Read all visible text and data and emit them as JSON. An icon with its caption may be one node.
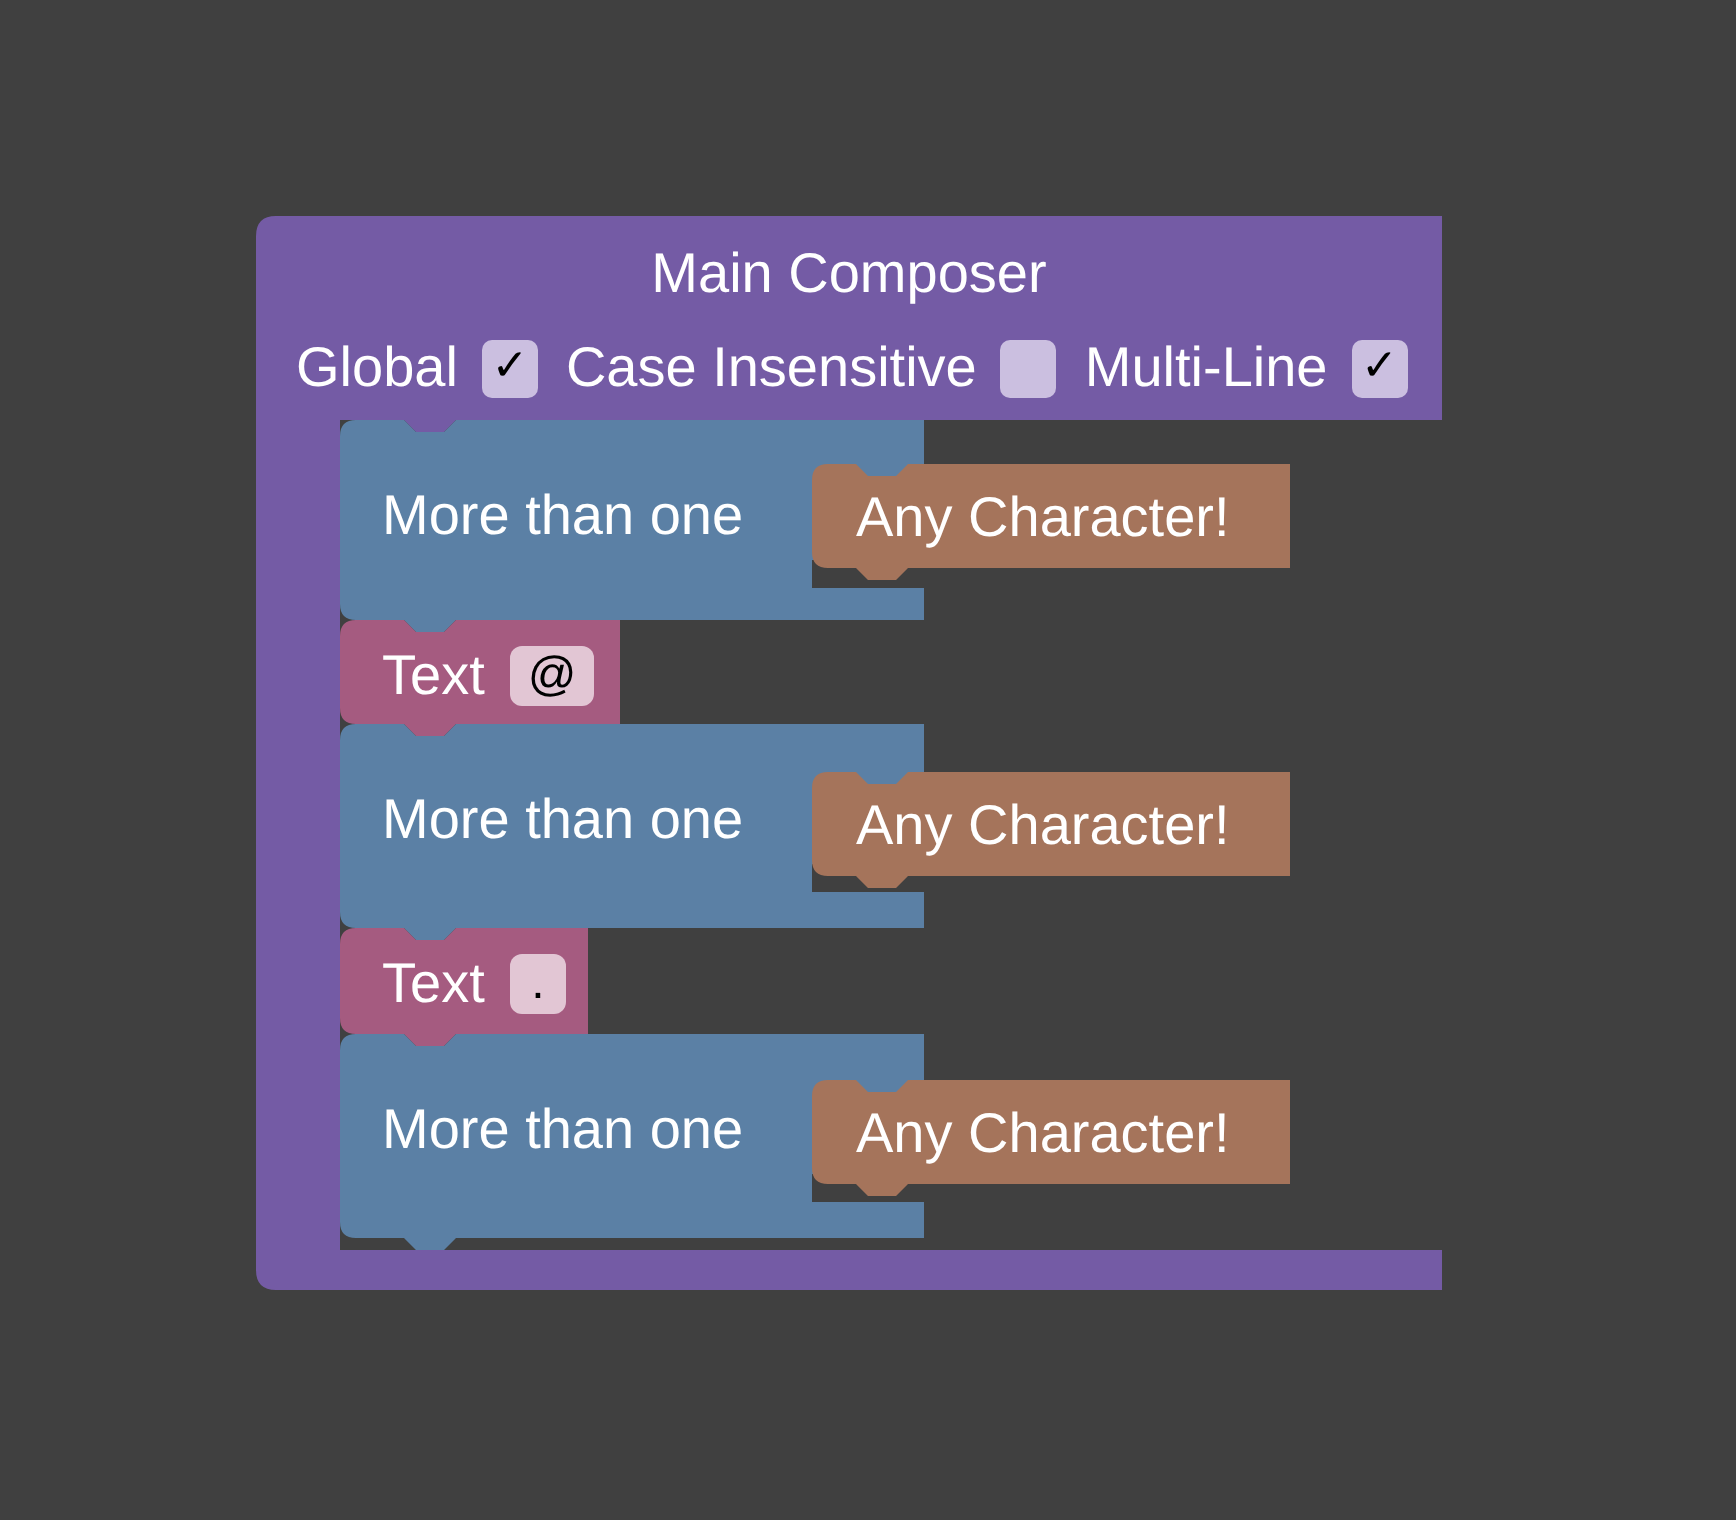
{
  "diagram": {
    "nodes": [
      {
        "text": [
          "Main Composer",
          "Global",
          "Case Insensitive",
          "Multi-Line"
        ]
      },
      {
        "text": [
          "✓"
        ],
        "in": 0
      },
      {
        "text": [],
        "shape": "box",
        "in": 0
      },
      {
        "text": [
          "✓"
        ],
        "in": 0
      },
      {
        "text": [
          "More than one"
        ],
        "in": 0
      },
      {
        "text": [
          "Any Character!"
        ],
        "in": 0
      },
      {
        "text": [
          "Text"
        ],
        "in": 0
      },
      {
        "text": [
          "@"
        ],
        "in": 6
      },
      {
        "text": [
          "More than one"
        ],
        "in": 0
      },
      {
        "text": [
          "Any Character!"
        ],
        "in": 0
      },
      {
        "text": [
          "Text"
        ],
        "in": 0
      },
      {
        "text": [
          "."
        ],
        "in": 10
      },
      {
        "text": [
          "More than one"
        ],
        "in": 0
      },
      {
        "text": [
          "Any Character!"
        ],
        "in": 0
      }
    ]
  }
}
